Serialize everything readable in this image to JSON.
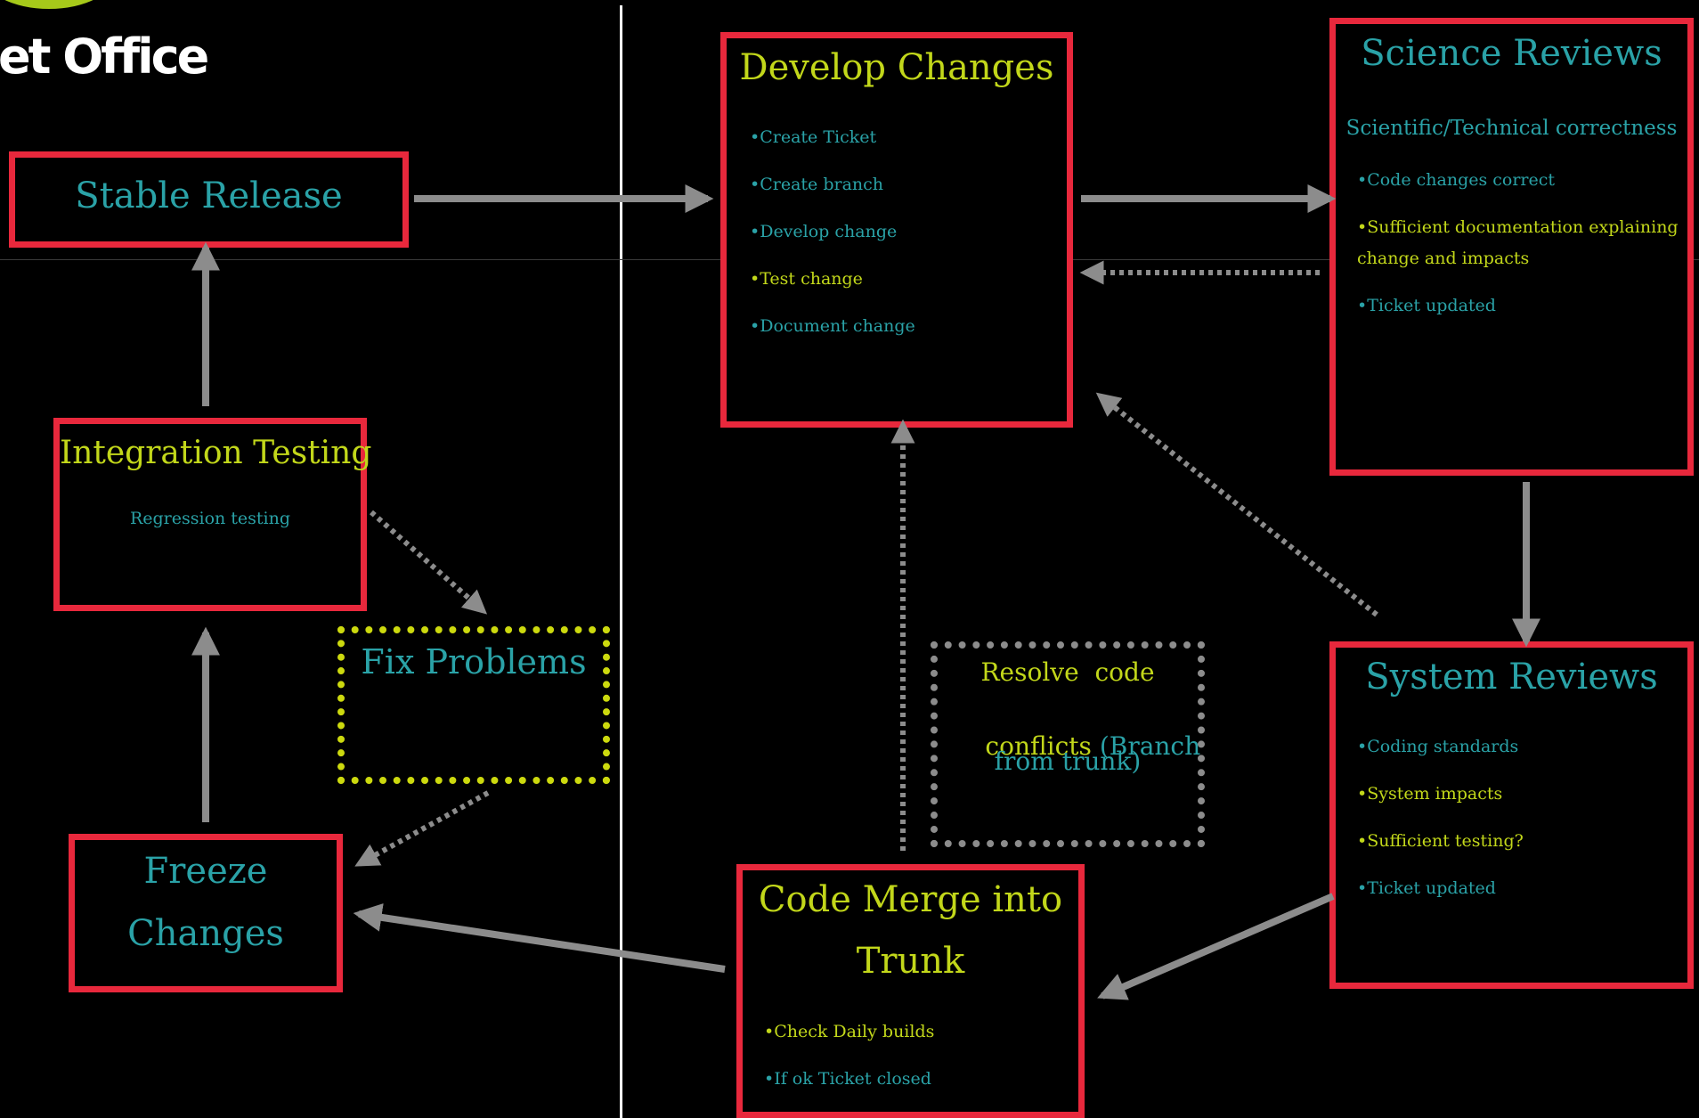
{
  "logo": {
    "text": "et Office",
    "blob_color": "#a6c91a"
  },
  "colors": {
    "background": "#000000",
    "box_border": "#e8283c",
    "arrow": "#8c8c8c",
    "title_yellow": "#c2d71a",
    "title_teal": "#2aa2a7",
    "fix_border": "#ccd90e"
  },
  "stable_release": {
    "title": "Stable Release"
  },
  "integration_testing": {
    "title": "Integration Testing",
    "subtitle": "Regression testing"
  },
  "fix_problems": {
    "title": "Fix Problems"
  },
  "freeze_changes": {
    "title_line1": "Freeze",
    "title_line2": "Changes"
  },
  "develop_changes": {
    "title": "Develop Changes",
    "items": [
      "•Create Ticket",
      "•Create branch",
      "•Develop change",
      "•Test change",
      "•Document change"
    ]
  },
  "science_reviews": {
    "title": "Science Reviews",
    "subtitle": "Scientific/Technical correctness",
    "items": [
      "•Code changes correct",
      "•Sufficient documentation explaining",
      "change and impacts",
      "•Ticket updated"
    ]
  },
  "resolve_conflicts": {
    "line1": "Resolve  code",
    "line2a": "conflicts",
    "line2b": " (Branch",
    "line3": "from trunk)"
  },
  "system_reviews": {
    "title": "System Reviews",
    "items": [
      "•Coding standards",
      "•System impacts",
      "•Sufficient testing?",
      "•Ticket updated"
    ]
  },
  "code_merge": {
    "title_line1": "Code Merge into",
    "title_line2": "Trunk",
    "items": [
      "•Check Daily builds",
      "•If ok Ticket closed"
    ]
  }
}
